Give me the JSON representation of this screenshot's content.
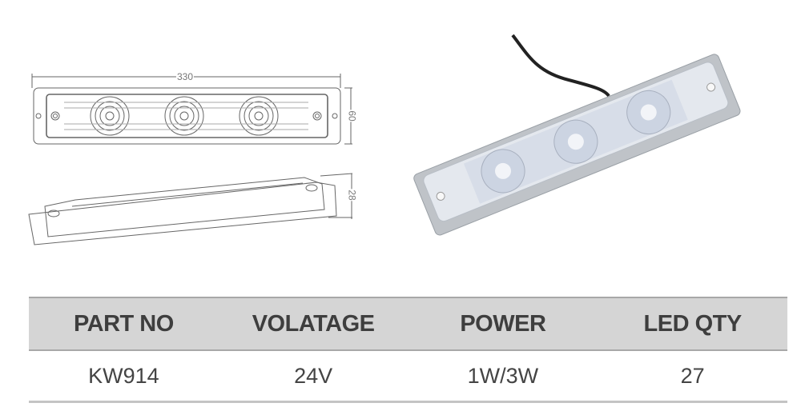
{
  "drawing": {
    "length_label": "330",
    "width_label": "60",
    "height_label": "28"
  },
  "table": {
    "headers": [
      "PART NO",
      "VOLATAGE",
      "POWER",
      "LED QTY"
    ],
    "rows": [
      [
        "KW914",
        "24V",
        "1W/3W",
        "27"
      ]
    ]
  }
}
